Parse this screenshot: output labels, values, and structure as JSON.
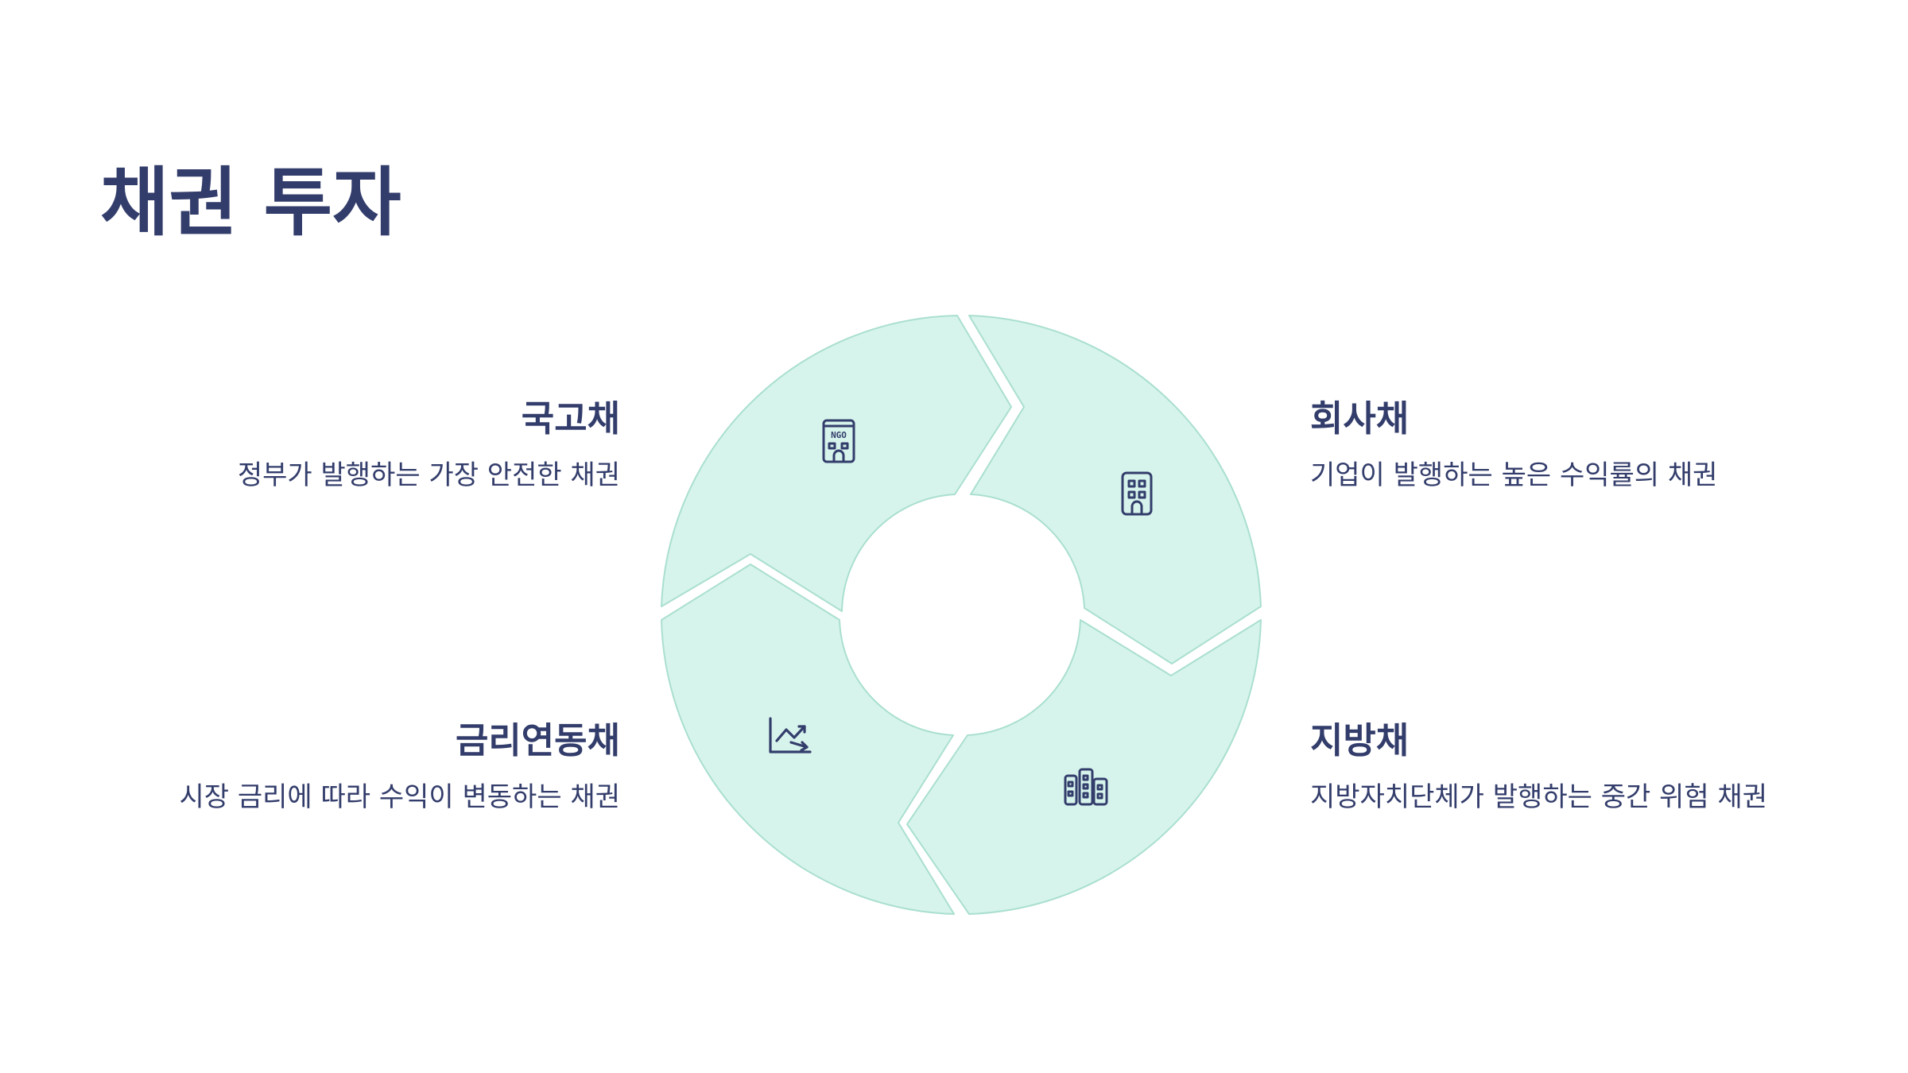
{
  "title": "채권 투자",
  "colors": {
    "segment_fill": "#d6f4ec",
    "segment_stroke": "#aadfcf",
    "text": "#333d6b"
  },
  "items": [
    {
      "title": "국고채",
      "description": "정부가 발행하는 가장 안전한 채권",
      "icon": "government-building-icon"
    },
    {
      "title": "회사채",
      "description": "기업이 발행하는 높은 수익률의 채권",
      "icon": "office-building-icon"
    },
    {
      "title": "금리연동채",
      "description": "시장 금리에 따라 수익이 변동하는 채권",
      "icon": "trend-chart-icon"
    },
    {
      "title": "지방채",
      "description": "지방자치단체가 발행하는 중간 위험 채권",
      "icon": "city-buildings-icon"
    }
  ]
}
